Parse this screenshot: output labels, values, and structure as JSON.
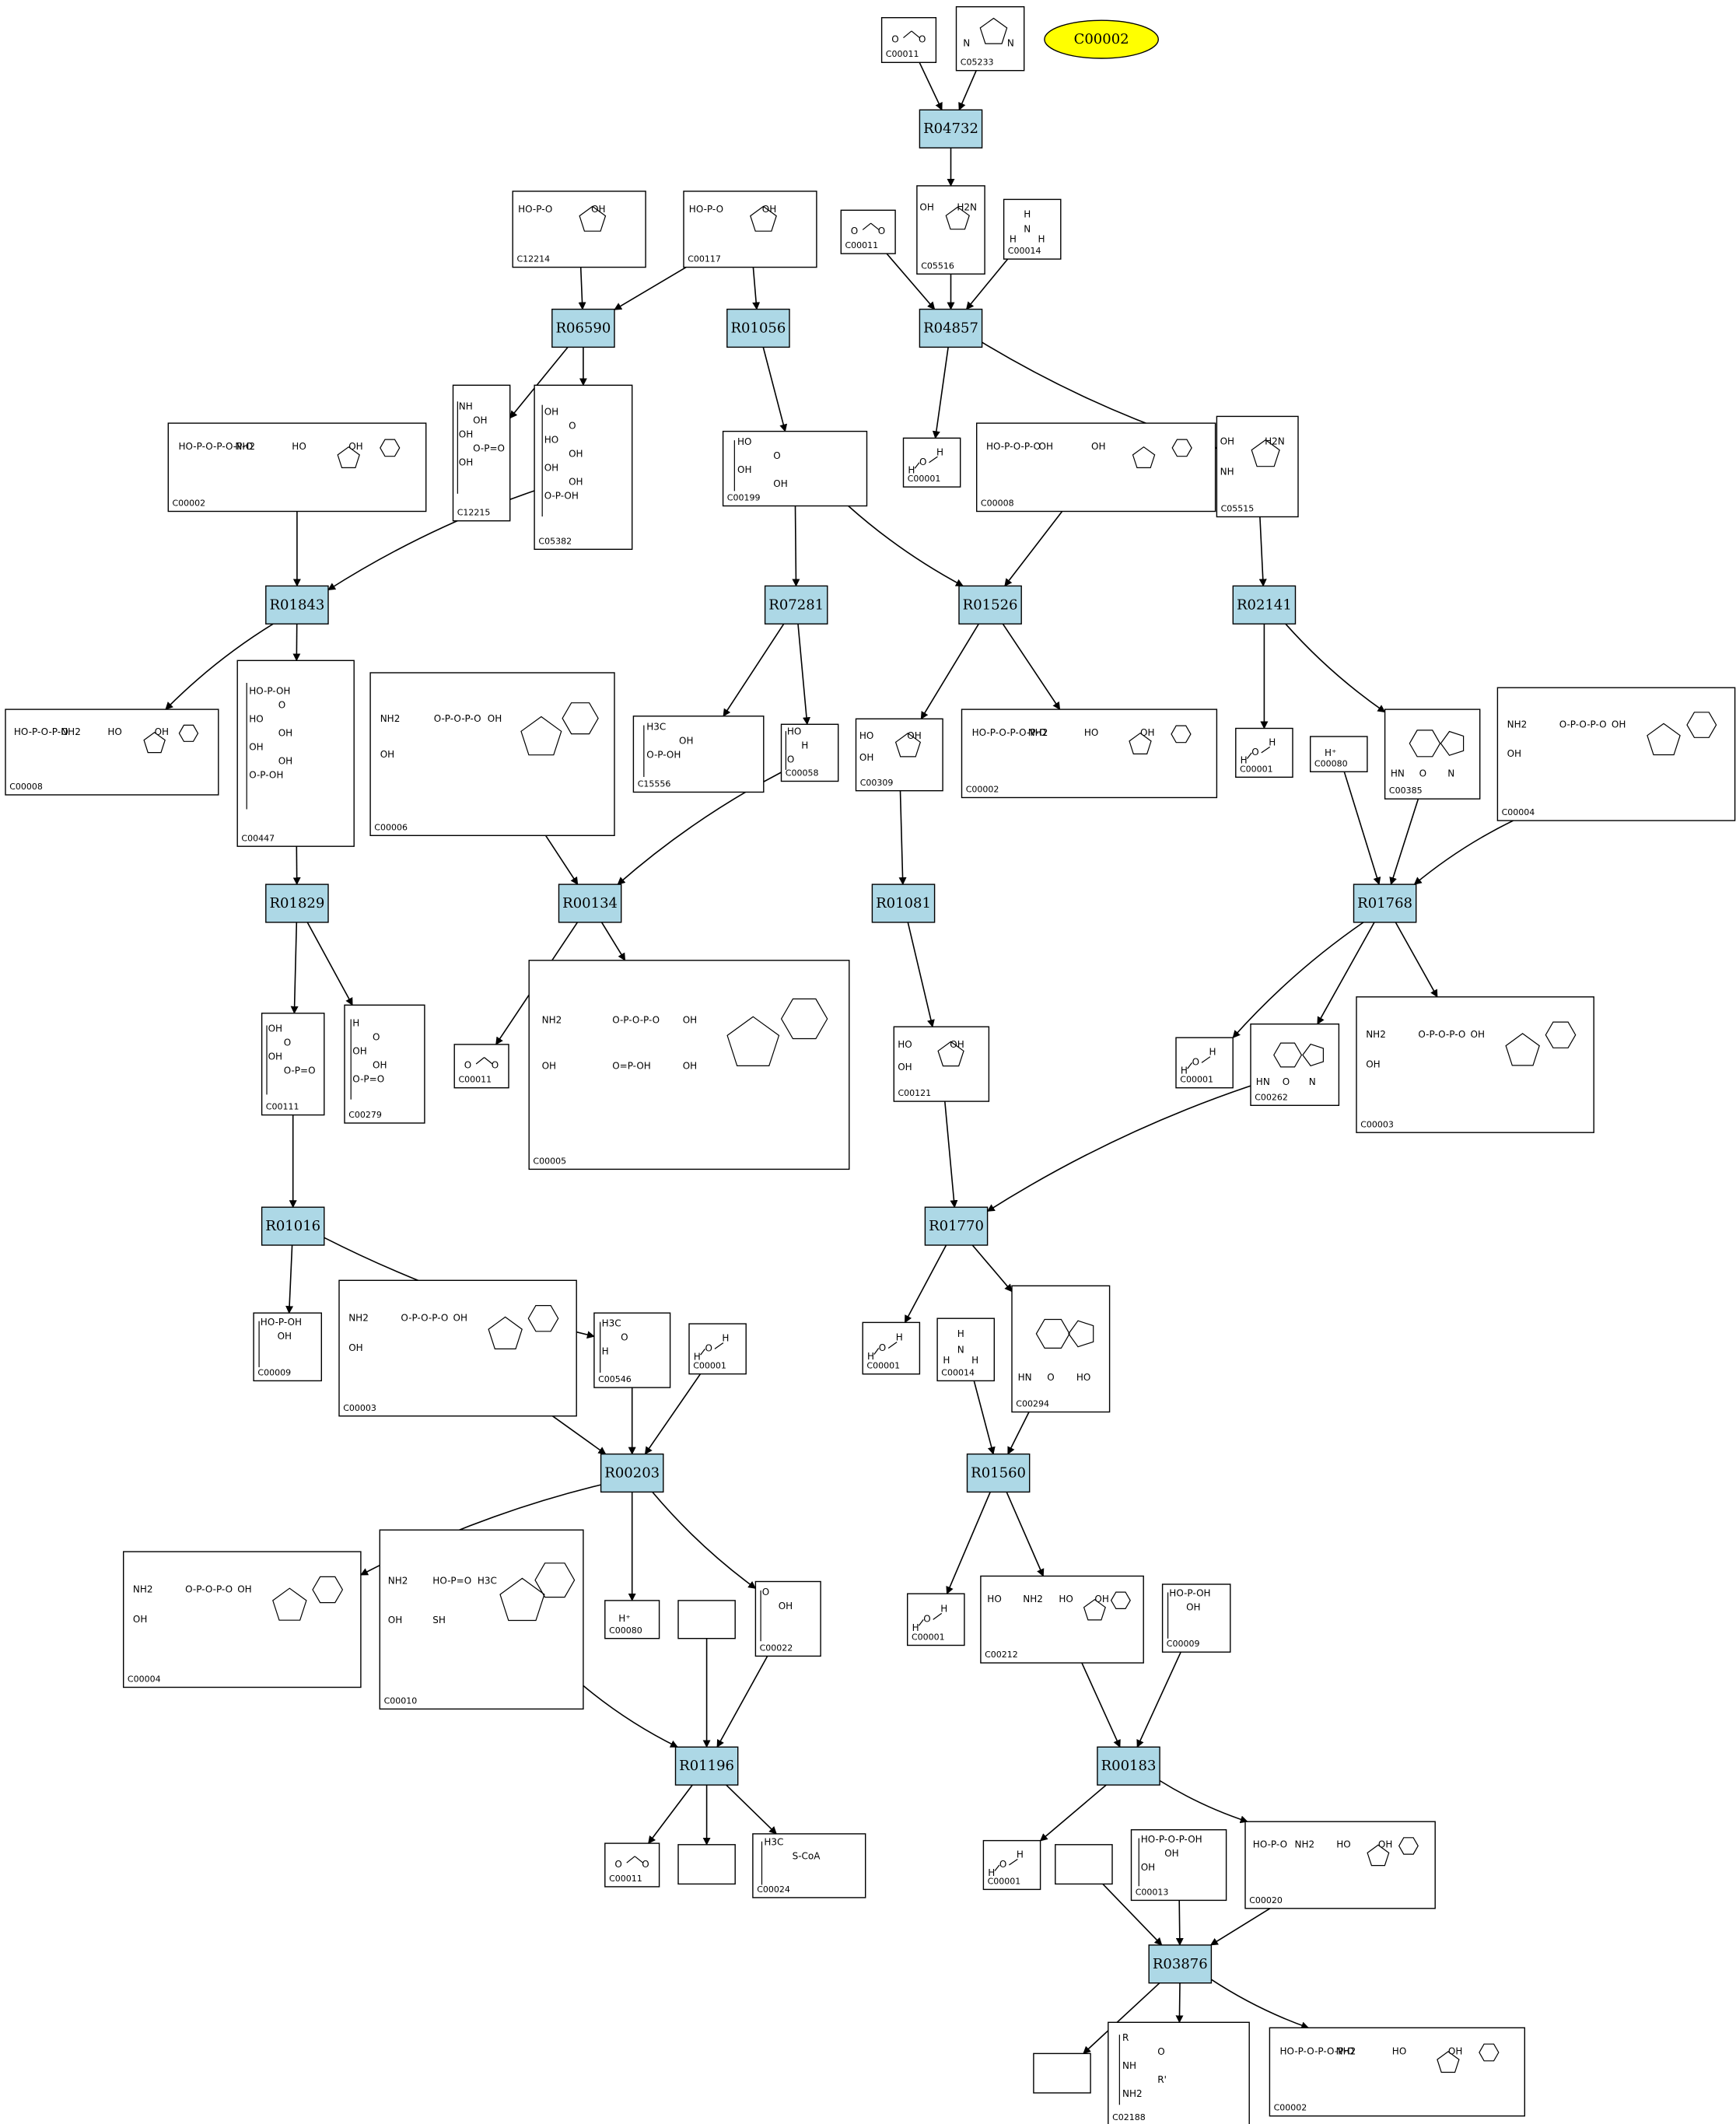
{
  "highlight": {
    "id": "C00002"
  },
  "reactions": [
    {
      "id": "R04732"
    },
    {
      "id": "R06590"
    },
    {
      "id": "R01056"
    },
    {
      "id": "R04857"
    },
    {
      "id": "R01843"
    },
    {
      "id": "R07281"
    },
    {
      "id": "R01526"
    },
    {
      "id": "R02141"
    },
    {
      "id": "R01829"
    },
    {
      "id": "R00134"
    },
    {
      "id": "R01081"
    },
    {
      "id": "R01768"
    },
    {
      "id": "R01016"
    },
    {
      "id": "R01770"
    },
    {
      "id": "R00203"
    },
    {
      "id": "R01560"
    },
    {
      "id": "R01196"
    },
    {
      "id": "R00183"
    },
    {
      "id": "R03876"
    }
  ],
  "compounds": [
    {
      "key": "c00011_top",
      "label": "C00011",
      "formula": "O=C=O"
    },
    {
      "key": "c05233",
      "label": "C05233",
      "formula": "imidazole"
    },
    {
      "key": "c05516",
      "label": "C05516",
      "formula": "OH H2N"
    },
    {
      "key": "c00011_b",
      "label": "C00011",
      "formula": "O=C=O"
    },
    {
      "key": "c00014_a",
      "label": "C00014",
      "formula": "H-N-H"
    },
    {
      "key": "c12214",
      "label": "C12214",
      "formula": "HO-P-O OH"
    },
    {
      "key": "c00117",
      "label": "C00117",
      "formula": "HO-P-O OH"
    },
    {
      "key": "c12215",
      "label": "C12215",
      "formula": "NH OH OH O-P=O OH"
    },
    {
      "key": "c05382",
      "label": "C05382",
      "formula": "OH O HO OH OH OH O-P-OH"
    },
    {
      "key": "c00199",
      "label": "C00199",
      "formula": "HO O OH OH"
    },
    {
      "key": "c00001_a",
      "label": "C00001",
      "formula": "H-O-H"
    },
    {
      "key": "c00008",
      "label": "C00008",
      "formula": "HO-P-O-P-O OH OH"
    },
    {
      "key": "c05515",
      "label": "C05515",
      "formula": "OH H2N NH"
    },
    {
      "key": "c00002_a",
      "label": "C00002",
      "formula": "HO-P-O-P-O-P-O NH2 HO OH"
    },
    {
      "key": "c00008_b",
      "label": "C00008",
      "formula": "HO-P-O-P-O NH2 HO OH"
    },
    {
      "key": "c00447",
      "label": "C00447",
      "formula": "HO-P-OH O HO OH OH OH O-P-OH"
    },
    {
      "key": "c00006",
      "label": "C00006",
      "formula": "NH2 O-P-O-P-O OH OH"
    },
    {
      "key": "c15556",
      "label": "C15556",
      "formula": "H3C OH O-P-OH"
    },
    {
      "key": "c00058",
      "label": "C00058",
      "formula": "HO H O"
    },
    {
      "key": "c00309",
      "label": "C00309",
      "formula": "HO OH OH"
    },
    {
      "key": "c00002_b",
      "label": "C00002",
      "formula": "HO-P-O-P-O-P-O NH2 HO OH"
    },
    {
      "key": "c00001_b",
      "label": "C00001",
      "formula": "H-O-H"
    },
    {
      "key": "c00080_a",
      "label": "C00080",
      "formula": "H+"
    },
    {
      "key": "c00385",
      "label": "C00385",
      "formula": "HN O N NH"
    },
    {
      "key": "c00004_a",
      "label": "C00004",
      "formula": "NH2 O-P-O-P-O OH OH"
    },
    {
      "key": "c00111",
      "label": "C00111",
      "formula": "OH O OH O-P=O"
    },
    {
      "key": "c00279",
      "label": "C00279",
      "formula": "H O OH OH O-P=O"
    },
    {
      "key": "c00011_c",
      "label": "C00011",
      "formula": "O=C=O"
    },
    {
      "key": "c00005",
      "label": "C00005",
      "formula": "NH2 O-P-O-P-O OH OH O=P-OH OH"
    },
    {
      "key": "c00121",
      "label": "C00121",
      "formula": "HO OH OH"
    },
    {
      "key": "c00001_c",
      "label": "C00001",
      "formula": "H-O-H"
    },
    {
      "key": "c00262",
      "label": "C00262",
      "formula": "HN O N NH"
    },
    {
      "key": "c00003_a",
      "label": "C00003",
      "formula": "NH2 O-P-O-P-O OH OH"
    },
    {
      "key": "c00009_a",
      "label": "C00009",
      "formula": "HO-P-OH OH"
    },
    {
      "key": "c00003_b",
      "label": "C00003",
      "formula": "NH2 O-P-O-P-O OH OH"
    },
    {
      "key": "c00546",
      "label": "C00546",
      "formula": "H3C O H"
    },
    {
      "key": "c00001_d",
      "label": "C00001",
      "formula": "H-O-H"
    },
    {
      "key": "c00001_e",
      "label": "C00001",
      "formula": "H-O-H"
    },
    {
      "key": "c00014_b",
      "label": "C00014",
      "formula": "H-N-H"
    },
    {
      "key": "c00294",
      "label": "C00294",
      "formula": "HN O HO OH"
    },
    {
      "key": "c00004_b",
      "label": "C00004",
      "formula": "NH2 O-P-O-P-O OH OH"
    },
    {
      "key": "c00010",
      "label": "C00010",
      "formula": "NH2 HO-P=O H3C OH SH"
    },
    {
      "key": "c00080_b",
      "label": "C00080",
      "formula": "H+"
    },
    {
      "key": "blank_a",
      "label": "",
      "formula": ""
    },
    {
      "key": "c00022",
      "label": "C00022",
      "formula": "O OH"
    },
    {
      "key": "c00001_f",
      "label": "C00001",
      "formula": "H-O-H"
    },
    {
      "key": "c00212",
      "label": "C00212",
      "formula": "HO NH2 HO OH"
    },
    {
      "key": "c00009_b",
      "label": "C00009",
      "formula": "HO-P-OH OH"
    },
    {
      "key": "c00011_d",
      "label": "C00011",
      "formula": "O=C=O"
    },
    {
      "key": "blank_b",
      "label": "",
      "formula": ""
    },
    {
      "key": "c00024",
      "label": "C00024",
      "formula": "H3C S-CoA"
    },
    {
      "key": "c00001_g",
      "label": "C00001",
      "formula": "H-O-H"
    },
    {
      "key": "blank_c",
      "label": "",
      "formula": ""
    },
    {
      "key": "c00013",
      "label": "C00013",
      "formula": "HO-P-O-P-OH OH OH"
    },
    {
      "key": "c00020",
      "label": "C00020",
      "formula": "HO-P-O NH2 HO OH"
    },
    {
      "key": "blank_d",
      "label": "",
      "formula": ""
    },
    {
      "key": "c02188",
      "label": "C02188",
      "formula": "R O NH R' NH2"
    },
    {
      "key": "c00002_c",
      "label": "C00002",
      "formula": "HO-P-O-P-O-P-O NH2 HO OH"
    }
  ]
}
